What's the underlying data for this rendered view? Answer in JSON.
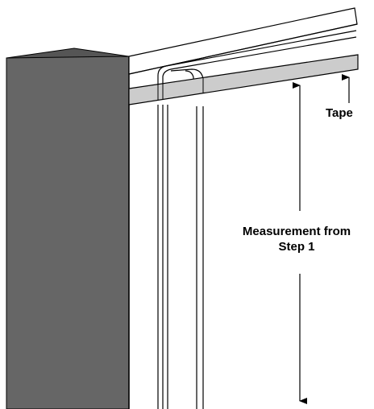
{
  "labels": {
    "tape": "Tape",
    "measurement_line1": "Measurement from",
    "measurement_line2": "Step 1"
  },
  "colors": {
    "cabinet_side": "#666666",
    "cabinet_top": "#555555",
    "tape": "#cccccc",
    "outline": "#000000",
    "background": "#ffffff"
  }
}
